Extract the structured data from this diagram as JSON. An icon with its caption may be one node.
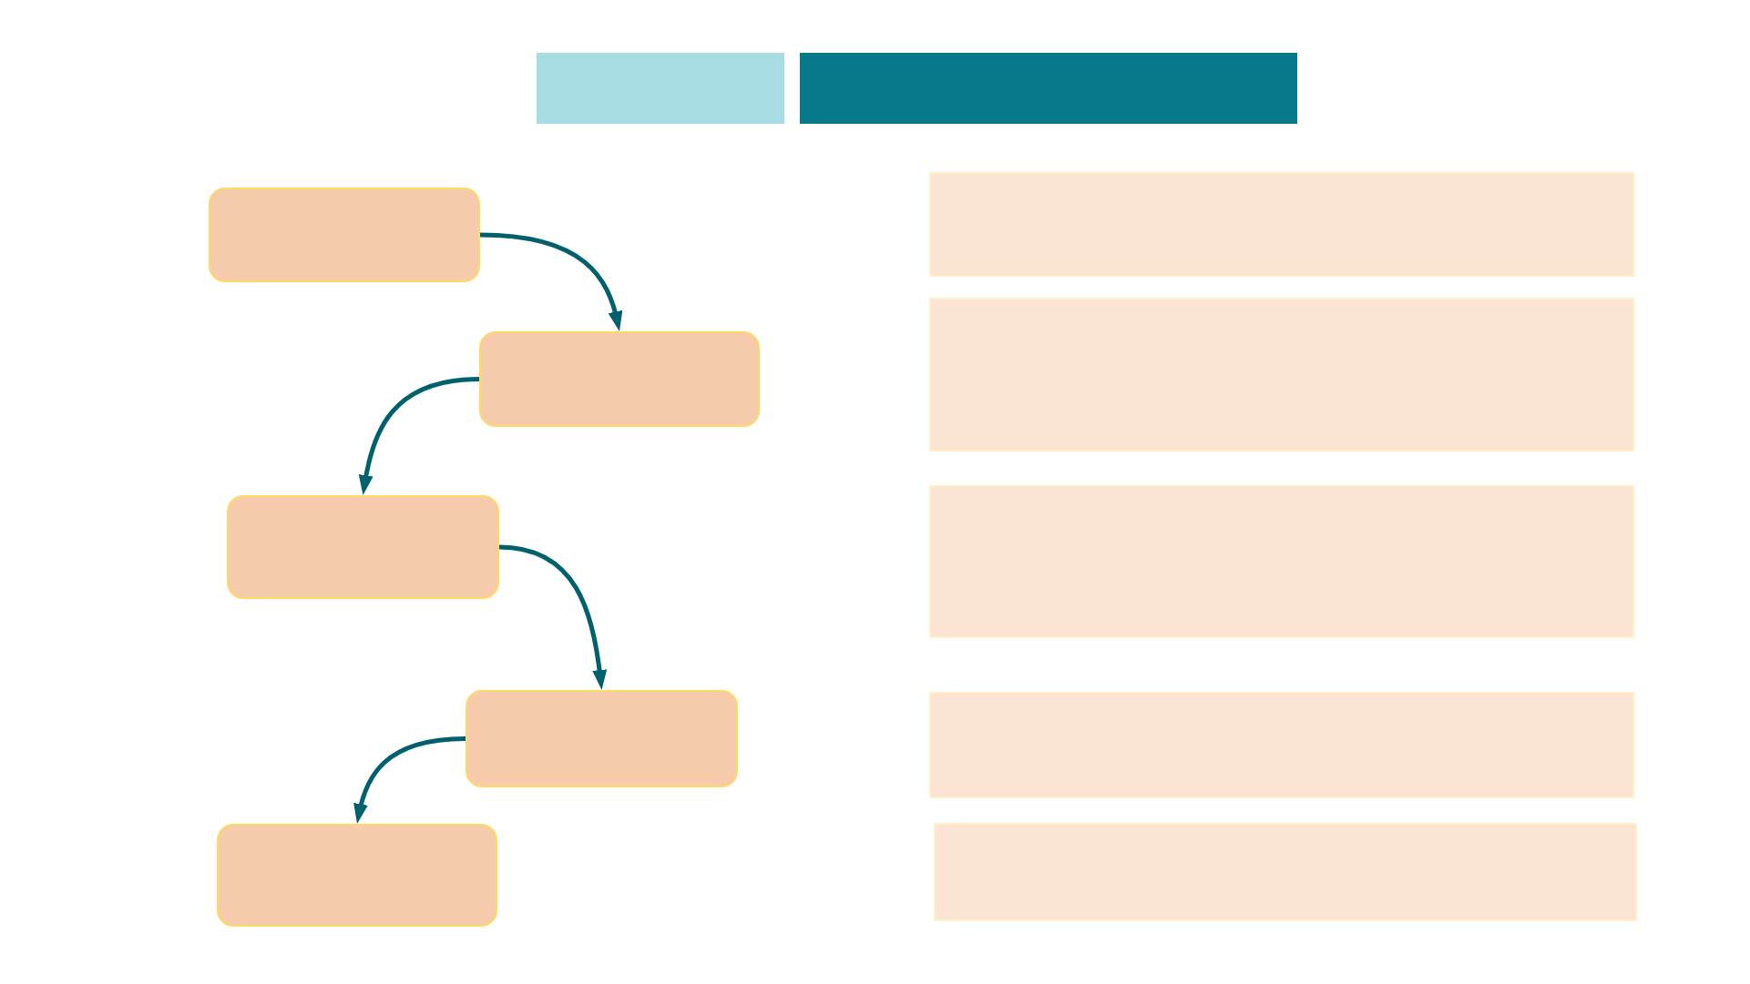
{
  "diagram": {
    "nodes": [
      {
        "text": [],
        "shape": "bar"
      },
      {
        "text": [],
        "shape": "bar"
      },
      {
        "text": [],
        "shape": "box"
      },
      {
        "text": [],
        "shape": "box"
      },
      {
        "text": [],
        "shape": "box"
      },
      {
        "text": [],
        "shape": "box"
      },
      {
        "text": [],
        "shape": "box"
      },
      {
        "text": [],
        "shape": "box"
      },
      {
        "text": [],
        "shape": "box"
      },
      {
        "text": [],
        "shape": "box"
      },
      {
        "text": [],
        "shape": "box"
      },
      {
        "text": [],
        "shape": "box"
      }
    ],
    "edges": [
      {
        "from": 2,
        "to": 3,
        "arrow": "to"
      },
      {
        "from": 3,
        "to": 4,
        "arrow": "to"
      },
      {
        "from": 4,
        "to": 5,
        "arrow": "to"
      },
      {
        "from": 5,
        "to": 6,
        "arrow": "to"
      }
    ]
  }
}
